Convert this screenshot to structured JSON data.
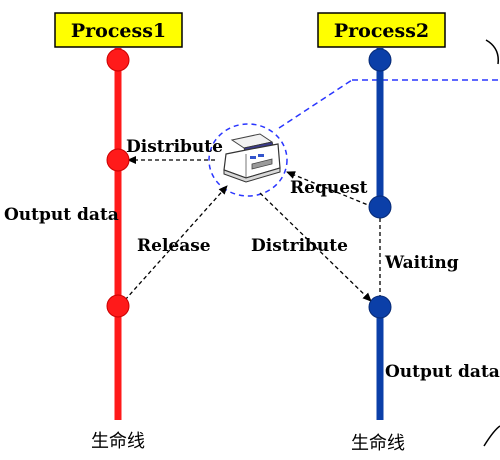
{
  "colors": {
    "process1": "#ff1a1a",
    "process1_dark": "#cc0000",
    "process2": "#0b3fa8",
    "process2_dark": "#072a75",
    "title_fill": "#ffff00",
    "dashed_blue": "#2a36ff"
  },
  "process1": {
    "title": "Process1",
    "lifeline_label": "生命线"
  },
  "process2": {
    "title": "Process2",
    "lifeline_label": "生命线"
  },
  "printer": {
    "icon": "printer-icon"
  },
  "messages": {
    "distribute_top": "Distribute",
    "request": "Request",
    "release": "Release",
    "distribute_bottom": "Distribute",
    "waiting": "Waiting"
  },
  "annotations": {
    "output_data_left": "Output data",
    "output_data_right": "Output data"
  }
}
